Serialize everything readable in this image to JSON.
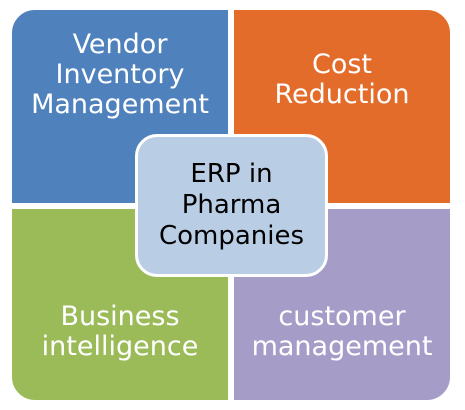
{
  "diagram": {
    "center": {
      "lines": [
        "ERP in",
        "Pharma",
        "Companies"
      ]
    },
    "quadrants": {
      "top_left": {
        "lines": [
          "Vendor",
          "Inventory",
          "Management"
        ],
        "color": "#4f81bd"
      },
      "top_right": {
        "lines": [
          "Cost",
          "Reduction"
        ],
        "color": "#e36c2b"
      },
      "bottom_left": {
        "lines": [
          "Business",
          "intelligence"
        ],
        "color": "#9bbb59"
      },
      "bottom_right": {
        "lines": [
          "customer",
          "management"
        ],
        "color": "#a59dc8"
      }
    },
    "center_color": "#b9cde5"
  }
}
